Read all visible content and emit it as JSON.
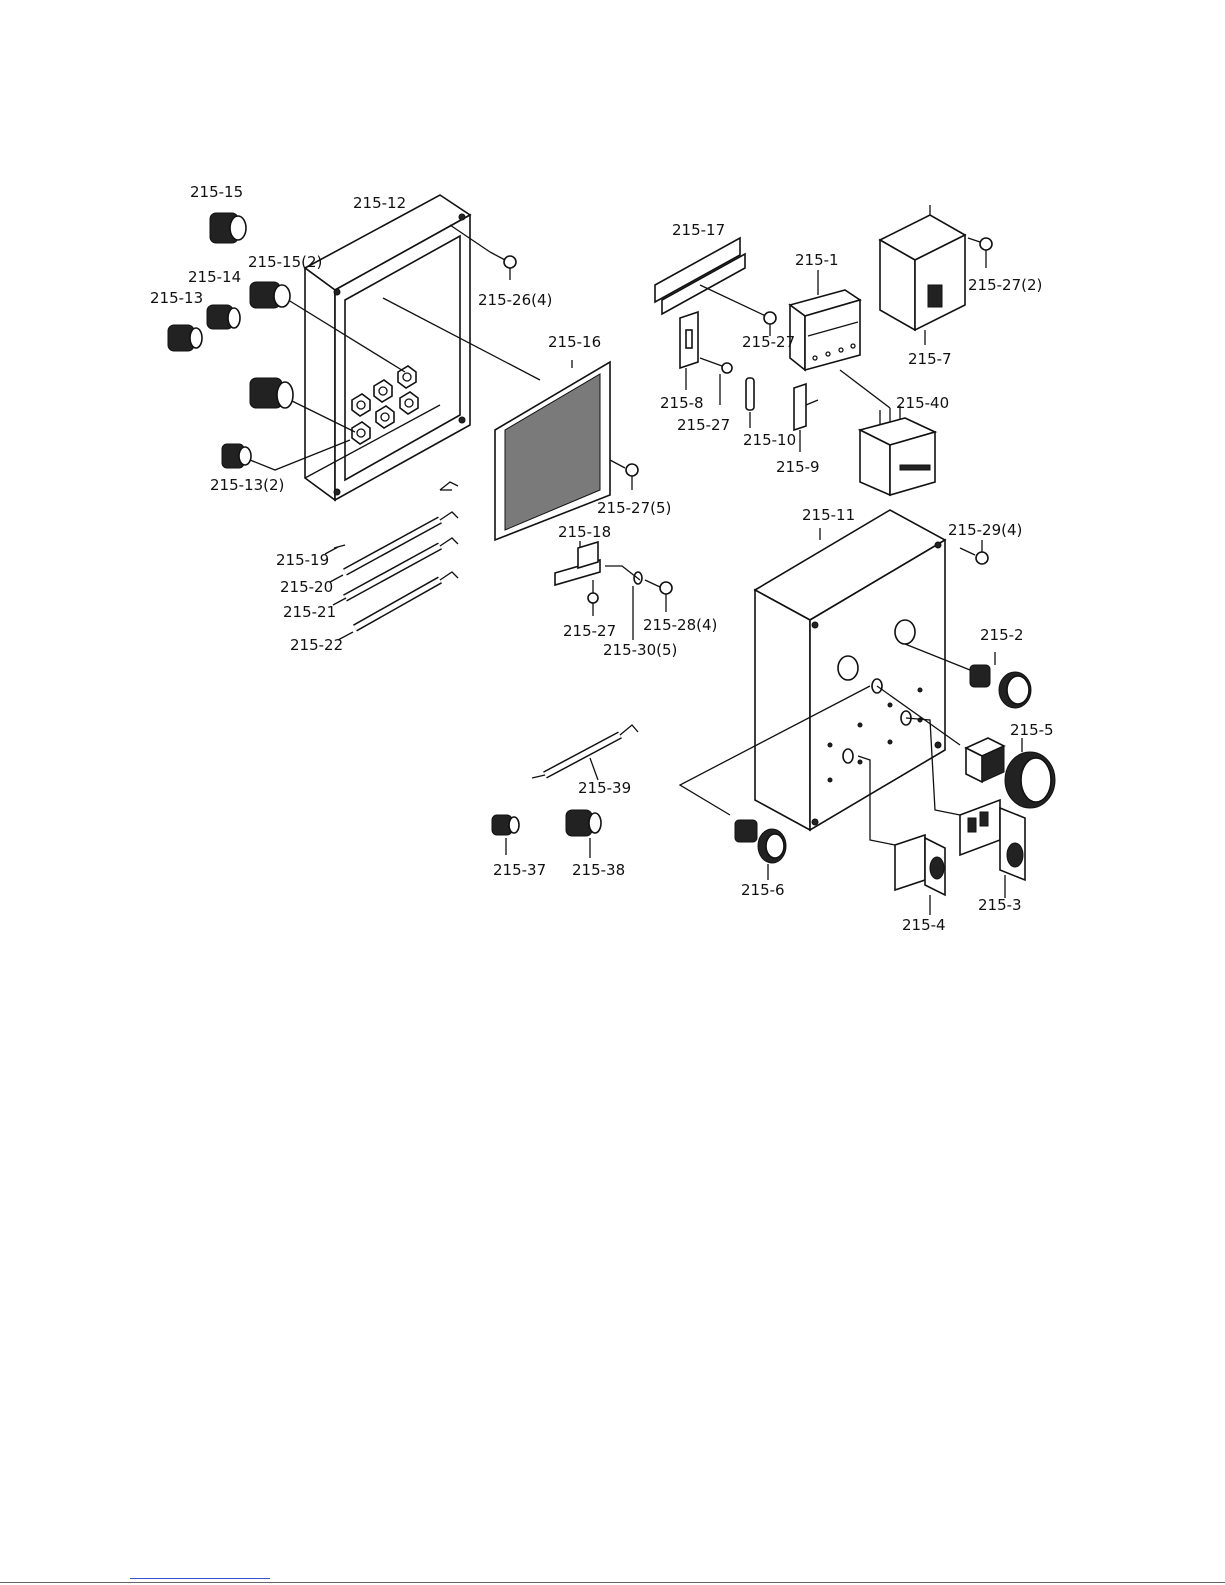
{
  "diagram": {
    "labels": {
      "p215_15": "215-15",
      "p215_12": "215-12",
      "p215_15_2": "215-15(2)",
      "p215_14": "215-14",
      "p215_13": "215-13",
      "p215_26_4": "215-26(4)",
      "p215_13_2": "215-13(2)",
      "p215_16": "215-16",
      "p215_27_5": "215-27(5)",
      "p215_19": "215-19",
      "p215_20": "215-20",
      "p215_21": "215-21",
      "p215_22": "215-22",
      "p215_18": "215-18",
      "p215_27_b": "215-27",
      "p215_28_4": "215-28(4)",
      "p215_30_5": "215-30(5)",
      "p215_17": "215-17",
      "p215_1": "215-1",
      "p215_27_a": "215-27",
      "p215_8": "215-8",
      "p215_27_c": "215-27",
      "p215_10": "215-10",
      "p215_9": "215-9",
      "p215_40": "215-40",
      "p215_27_2": "215-27(2)",
      "p215_7": "215-7",
      "p215_11": "215-11",
      "p215_29_4": "215-29(4)",
      "p215_2": "215-2",
      "p215_5": "215-5",
      "p215_39": "215-39",
      "p215_37": "215-37",
      "p215_38": "215-38",
      "p215_6": "215-6",
      "p215_4": "215-4",
      "p215_3": "215-3"
    }
  }
}
